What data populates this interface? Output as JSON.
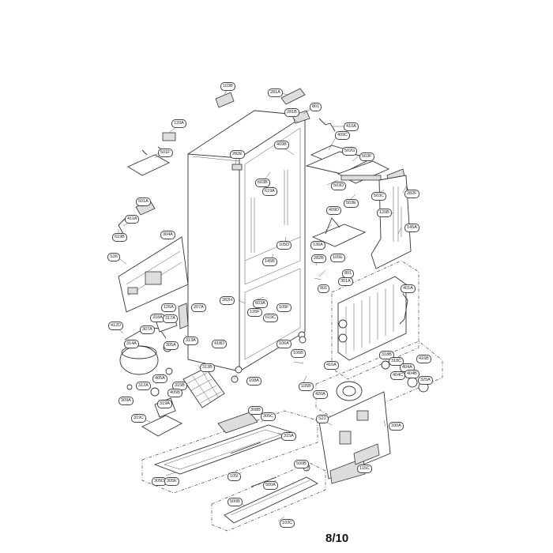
{
  "page_number": "8/10",
  "callouts": [
    {
      "id": "c-103b",
      "text": "103B"
    },
    {
      "id": "c-120a",
      "text": "120A"
    },
    {
      "id": "c-501f",
      "text": "501F"
    },
    {
      "id": "c-281a",
      "text": "281A"
    },
    {
      "id": "c-801a",
      "text": "801"
    },
    {
      "id": "c-281b",
      "text": "281B"
    },
    {
      "id": "c-410a",
      "text": "410A"
    },
    {
      "id": "c-409c",
      "text": "409C"
    },
    {
      "id": "c-409b",
      "text": "409B"
    },
    {
      "id": "c-282e",
      "text": "282E"
    },
    {
      "id": "c-502g",
      "text": "502G"
    },
    {
      "id": "c-503f",
      "text": "503F"
    },
    {
      "id": "c-503d",
      "text": "503D"
    },
    {
      "id": "c-603b",
      "text": "603B"
    },
    {
      "id": "c-619a",
      "text": "619A"
    },
    {
      "id": "c-503c",
      "text": "503C"
    },
    {
      "id": "c-503e",
      "text": "503E"
    },
    {
      "id": "c-282f",
      "text": "282F"
    },
    {
      "id": "c-501a",
      "text": "501A"
    },
    {
      "id": "c-120b",
      "text": "120B"
    },
    {
      "id": "c-411a",
      "text": "411A"
    },
    {
      "id": "c-409d",
      "text": "409D"
    },
    {
      "id": "c-145a",
      "text": "145A"
    },
    {
      "id": "c-619b",
      "text": "619B"
    },
    {
      "id": "c-304a",
      "text": "304A"
    },
    {
      "id": "c-105d",
      "text": "105D"
    },
    {
      "id": "c-145b",
      "text": "145B"
    },
    {
      "id": "c-136a",
      "text": "136A"
    },
    {
      "id": "c-282b",
      "text": "282B"
    },
    {
      "id": "c-105e",
      "text": "105E"
    },
    {
      "id": "c-s36",
      "text": "S36"
    },
    {
      "id": "c-801b",
      "text": "801"
    },
    {
      "id": "c-301a",
      "text": "301A"
    },
    {
      "id": "c-801c",
      "text": "801"
    },
    {
      "id": "c-282h",
      "text": "282H"
    },
    {
      "id": "c-603a",
      "text": "603A"
    },
    {
      "id": "c-105f",
      "text": "105F"
    },
    {
      "id": "c-126f",
      "text": "126F"
    },
    {
      "id": "c-126a",
      "text": "126A"
    },
    {
      "id": "c-207a",
      "text": "207A"
    },
    {
      "id": "c-401a",
      "text": "401A"
    },
    {
      "id": "c-619c",
      "text": "619C"
    },
    {
      "id": "c-318a",
      "text": "318A"
    },
    {
      "id": "c-317a",
      "text": "317A"
    },
    {
      "id": "c-412d",
      "text": "412D"
    },
    {
      "id": "c-307a",
      "text": "307A"
    },
    {
      "id": "c-314a",
      "text": "314A"
    },
    {
      "id": "c-305a",
      "text": "305A"
    },
    {
      "id": "c-313a",
      "text": "313A"
    },
    {
      "id": "c-418d",
      "text": "418D"
    },
    {
      "id": "c-106a",
      "text": "106A"
    },
    {
      "id": "c-106b",
      "text": "106B"
    },
    {
      "id": "c-416a",
      "text": "416A"
    },
    {
      "id": "c-318b",
      "text": "318B"
    },
    {
      "id": "c-416b",
      "text": "416B"
    },
    {
      "id": "c-318c",
      "text": "318C"
    },
    {
      "id": "c-404a",
      "text": "404A"
    },
    {
      "id": "c-404b",
      "text": "404B"
    },
    {
      "id": "c-404c",
      "text": "404C"
    },
    {
      "id": "c-325a",
      "text": "325A"
    },
    {
      "id": "c-313b",
      "text": "313B"
    },
    {
      "id": "c-420a",
      "text": "420A"
    },
    {
      "id": "c-108a",
      "text": "108A"
    },
    {
      "id": "c-312a",
      "text": "312A"
    },
    {
      "id": "c-315b",
      "text": "315B"
    },
    {
      "id": "c-405b",
      "text": "405B"
    },
    {
      "id": "c-105b",
      "text": "105B"
    },
    {
      "id": "c-309a",
      "text": "309A"
    },
    {
      "id": "c-405a",
      "text": "405A"
    },
    {
      "id": "c-319a",
      "text": "319A"
    },
    {
      "id": "c-319c",
      "text": "319C"
    },
    {
      "id": "c-308b",
      "text": "308B"
    },
    {
      "id": "c-305c",
      "text": "305C"
    },
    {
      "id": "c-s22",
      "text": "S22"
    },
    {
      "id": "c-330a",
      "text": "330A"
    },
    {
      "id": "c-315a",
      "text": "315A"
    },
    {
      "id": "c-115c",
      "text": "115C"
    },
    {
      "id": "c-500b",
      "text": "500B"
    },
    {
      "id": "c-105i",
      "text": "105I"
    },
    {
      "id": "c-305d",
      "text": "305D"
    },
    {
      "id": "c-305e",
      "text": "305E"
    },
    {
      "id": "c-500a",
      "text": "500A"
    },
    {
      "id": "c-500b2",
      "text": "500B"
    },
    {
      "id": "c-103c",
      "text": "103C"
    }
  ]
}
